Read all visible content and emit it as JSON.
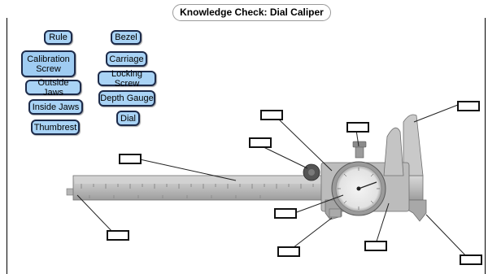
{
  "title": "Knowledge Check: Dial Caliper",
  "terms": {
    "rule": "Rule",
    "calibration_screw": "Calibration Screw",
    "outside_jaws": "Outside Jaws",
    "inside_jaws": "Inside Jaws",
    "thumbrest": "Thumbrest",
    "bezel": "Bezel",
    "carriage": "Carriage",
    "locking_screw": "Locking Screw",
    "depth_gauge": "Depth Gauge",
    "dial": "Dial"
  },
  "colors": {
    "chip_bg": "#a9d3f5",
    "chip_border": "#1d2b4a"
  }
}
